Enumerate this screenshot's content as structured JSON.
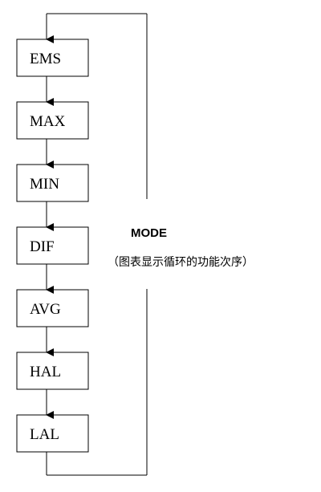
{
  "steps": [
    {
      "label": "EMS"
    },
    {
      "label": "MAX"
    },
    {
      "label": "MIN"
    },
    {
      "label": "DIF"
    },
    {
      "label": "AVG"
    },
    {
      "label": "HAL"
    },
    {
      "label": "LAL"
    }
  ],
  "mode": {
    "title": "MODE",
    "note": "（图表显示循环的功能次序）"
  },
  "colors": {
    "stroke": "#000000",
    "background": "#ffffff"
  }
}
